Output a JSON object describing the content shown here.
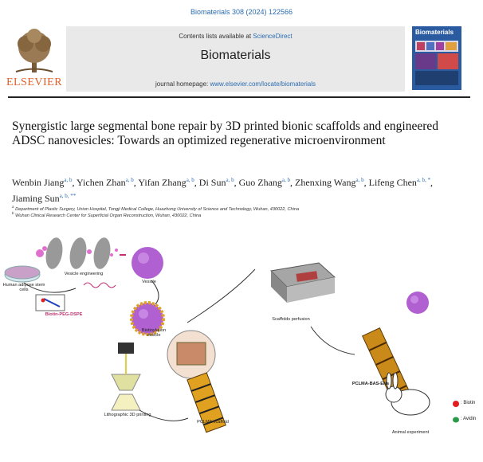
{
  "citation": "Biomaterials 308 (2024) 122566",
  "header": {
    "contents_prefix": "Contents lists available at ",
    "contents_link": "ScienceDirect",
    "journal_name": "Biomaterials",
    "homepage_prefix": "journal homepage: ",
    "homepage_link": "www.elsevier.com/locate/biomaterials",
    "publisher": "ELSEVIER",
    "cover_title": "Biomaterials"
  },
  "article": {
    "title": "Synergistic large segmental bone repair by 3D printed bionic scaffolds and engineered ADSC nanovesicles: Towards an optimized regenerative microenvironment",
    "authors": [
      {
        "name": "Wenbin Jiang",
        "sup": "a, b"
      },
      {
        "name": "Yichen Zhan",
        "sup": "a, b"
      },
      {
        "name": "Yifan Zhang",
        "sup": "a, b"
      },
      {
        "name": "Di Sun",
        "sup": "a, b"
      },
      {
        "name": "Guo Zhang",
        "sup": "a, b"
      },
      {
        "name": "Zhenxing Wang",
        "sup": "a, b"
      },
      {
        "name": "Lifeng Chen",
        "sup": "a, b, *"
      },
      {
        "name": "Jiaming Sun",
        "sup": "a, b, **"
      }
    ],
    "affiliations": [
      {
        "sup": "a",
        "text": "Department of Plastic Surgery, Union Hospital, Tongji Medical College, Huazhong University of Science and Technology, Wuhan, 430022, China"
      },
      {
        "sup": "b",
        "text": "Wuhan Clinical Research Center for Superficial Organ Reconstruction, Wuhan, 430022, China"
      }
    ]
  },
  "figure": {
    "labels": {
      "stem_cells": "Human adipose stem cells",
      "vesicle_engineering": "Vesicle engineering",
      "vesicle": "Vesicle",
      "biotin_peg_dspe": "Biotin-PEG-DSPE",
      "biotinylation_vesicle": "Biotinylation vesicle",
      "scaffolds_perfusion": "Scaffolds perfusion",
      "pclma_bas_ens": "PCLMA-BAS-ENs",
      "lithographic": "Lithographic 3D printing",
      "pclma_scaffold": "PCLMA scaffold",
      "animal_experiment": "Animal experiment"
    },
    "legend": [
      {
        "label": ": Biotin",
        "color": "#e02020"
      },
      {
        "label": ": Avidin",
        "color": "#2a9a4a"
      }
    ]
  }
}
